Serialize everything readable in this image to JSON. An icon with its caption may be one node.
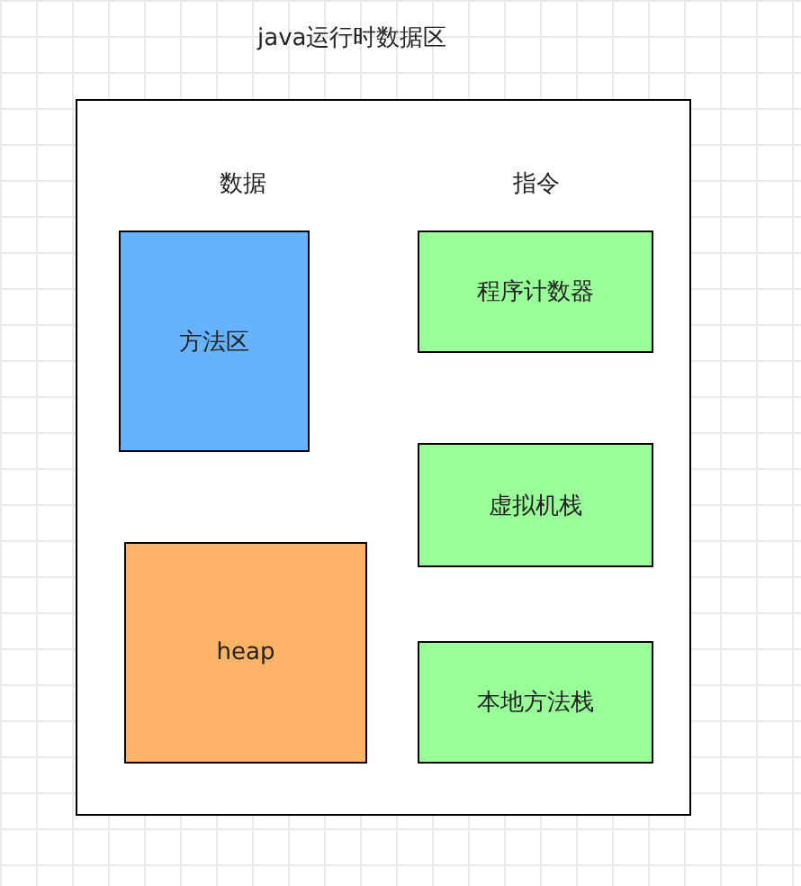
{
  "diagram": {
    "nodes": [
      {
        "text": [
          "java运行时数据区"
        ]
      },
      {
        "text": [
          "方法区"
        ],
        "in": 0
      },
      {
        "text": [
          "heap"
        ],
        "in": 0
      },
      {
        "text": [
          "程序计数器"
        ],
        "in": 0
      },
      {
        "text": [
          "虚拟机栈"
        ],
        "in": 0
      },
      {
        "text": [
          "本地方法栈"
        ],
        "in": 0
      }
    ],
    "labels": [
      "数据",
      "指令"
    ]
  }
}
